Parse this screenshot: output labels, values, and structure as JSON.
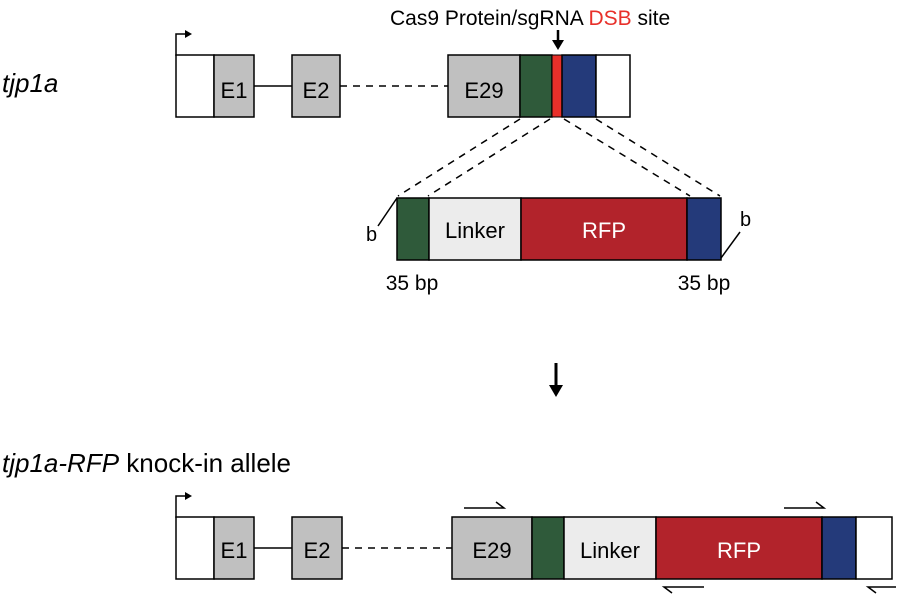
{
  "gene_label": "tjp1a",
  "cas9_label": {
    "prefix": "Cas9 Protein/sgRNA ",
    "highlight": "DSB",
    "suffix": " site"
  },
  "wildtype": {
    "exon_labels": [
      "E1",
      "E2",
      "E29"
    ]
  },
  "donor": {
    "left_arm": "b",
    "right_arm": "b",
    "linker_label": "Linker",
    "rfp_label": "RFP",
    "left_length": "35 bp",
    "right_length": "35 bp"
  },
  "knockin": {
    "title_italic": "tjp1a-RFP",
    "title_rest": " knock-in allele",
    "exon_labels": [
      "E1",
      "E2",
      "E29"
    ],
    "linker_label": "Linker",
    "rfp_label": "RFP"
  },
  "colors": {
    "exon_gray": "#c0c0c0",
    "utr_white": "#ffffff",
    "homology_green": "#2f5a3a",
    "homology_blue": "#243a7a",
    "rfp_red": "#b2232b",
    "dsb_red": "#e8302a",
    "linker_gray": "#ececec"
  }
}
